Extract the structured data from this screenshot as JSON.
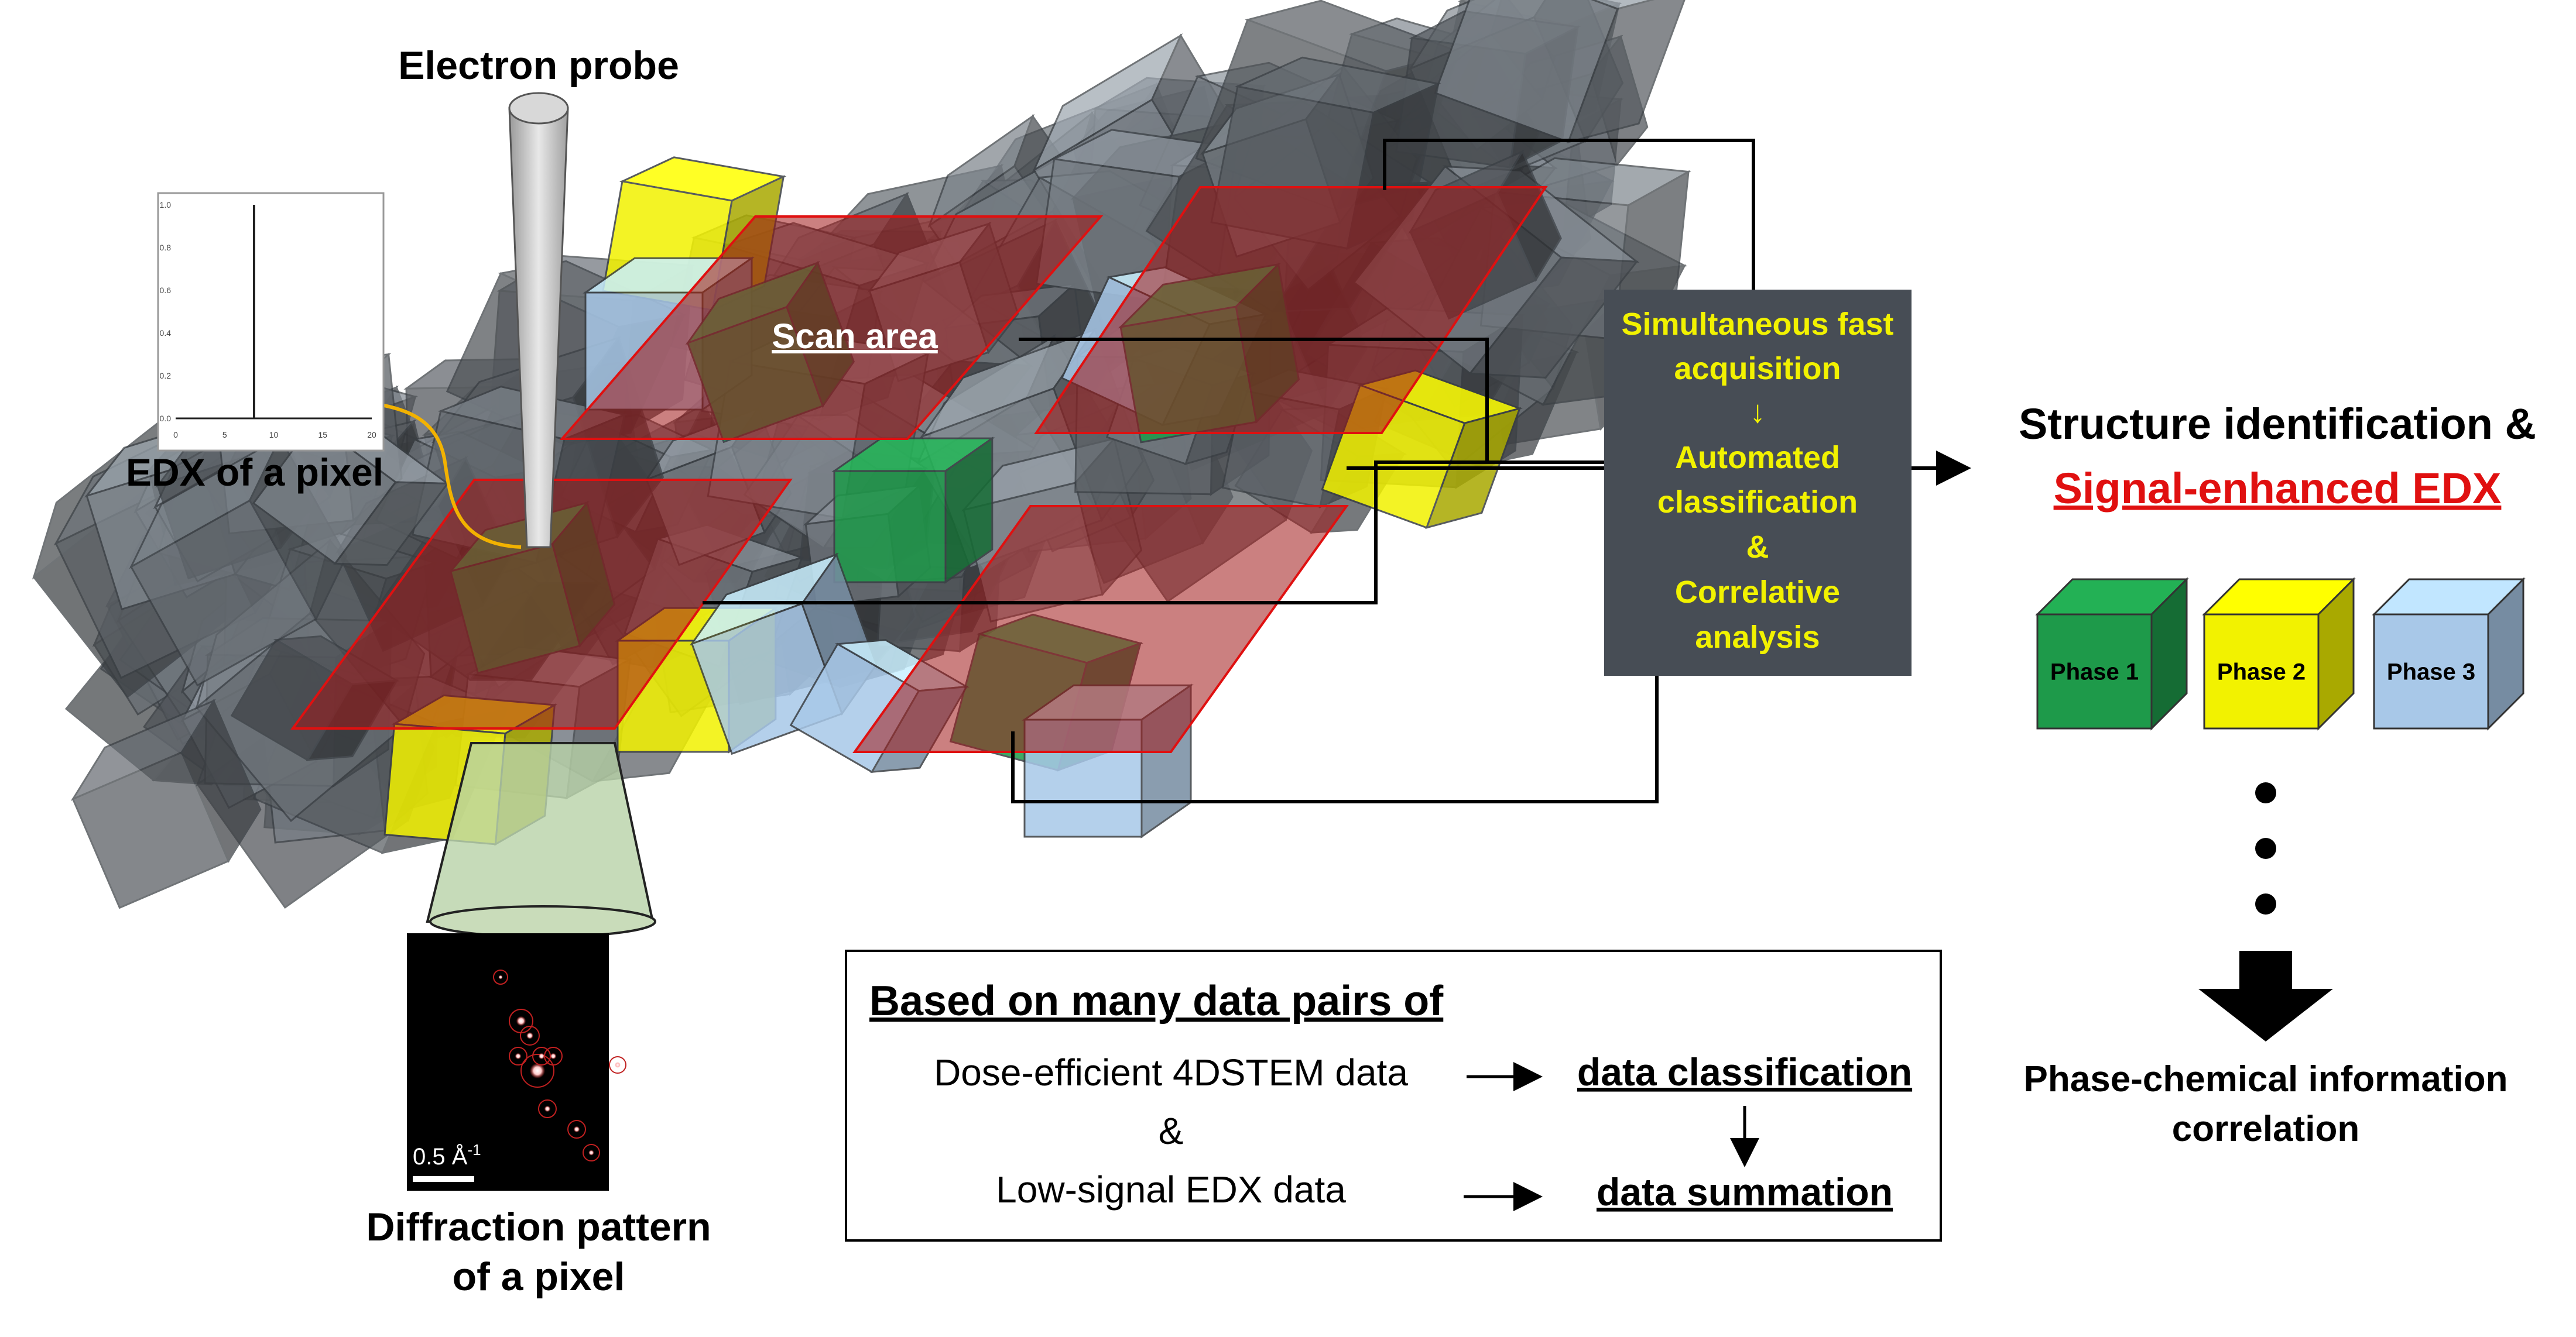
{
  "labels": {
    "electron_probe": "Electron probe",
    "edx_pixel": "EDX of a pixel",
    "scan_area": "Scan area",
    "diffraction_line1": "Diffraction pattern",
    "diffraction_line2": "of a pixel",
    "scale_bar": "0.5 Å",
    "scale_bar_sup": "-1"
  },
  "process_box": {
    "line1": "Simultaneous fast",
    "line2": "acquisition",
    "arrow": "↓",
    "line3": "Automated",
    "line4": "classification",
    "line5": "&",
    "line6": "Correlative",
    "line7": "analysis"
  },
  "output": {
    "title_line1": "Structure identification &",
    "title_line2": "Signal-enhanced EDX",
    "phases": [
      "Phase 1",
      "Phase 2",
      "Phase 3"
    ],
    "result_line1": "Phase-chemical information",
    "result_line2": "correlation"
  },
  "info_box": {
    "title": "Based on many data pairs of",
    "row1_left": "Dose-efficient 4DSTEM data",
    "row1_right": "data classification",
    "amp": "&",
    "row2_left": "Low-signal EDX data",
    "row2_right": "data summation"
  },
  "edx_plot": {
    "y_ticks": [
      "1.0",
      "0.8",
      "0.6",
      "0.4",
      "0.2",
      "0.0"
    ],
    "x_ticks": [
      "0",
      "5",
      "10",
      "15",
      "20"
    ],
    "peak_x": 8,
    "x_range": [
      0,
      20
    ],
    "y_range": [
      0,
      1
    ]
  },
  "colors": {
    "phase1": "#1e9a4a",
    "phase2": "#f2f200",
    "phase3": "#a8c8e8",
    "scan_red": "#e01010",
    "process_box_bg": "#474d55",
    "process_text": "#f2f200",
    "crystal_gray": "#6a7076"
  }
}
